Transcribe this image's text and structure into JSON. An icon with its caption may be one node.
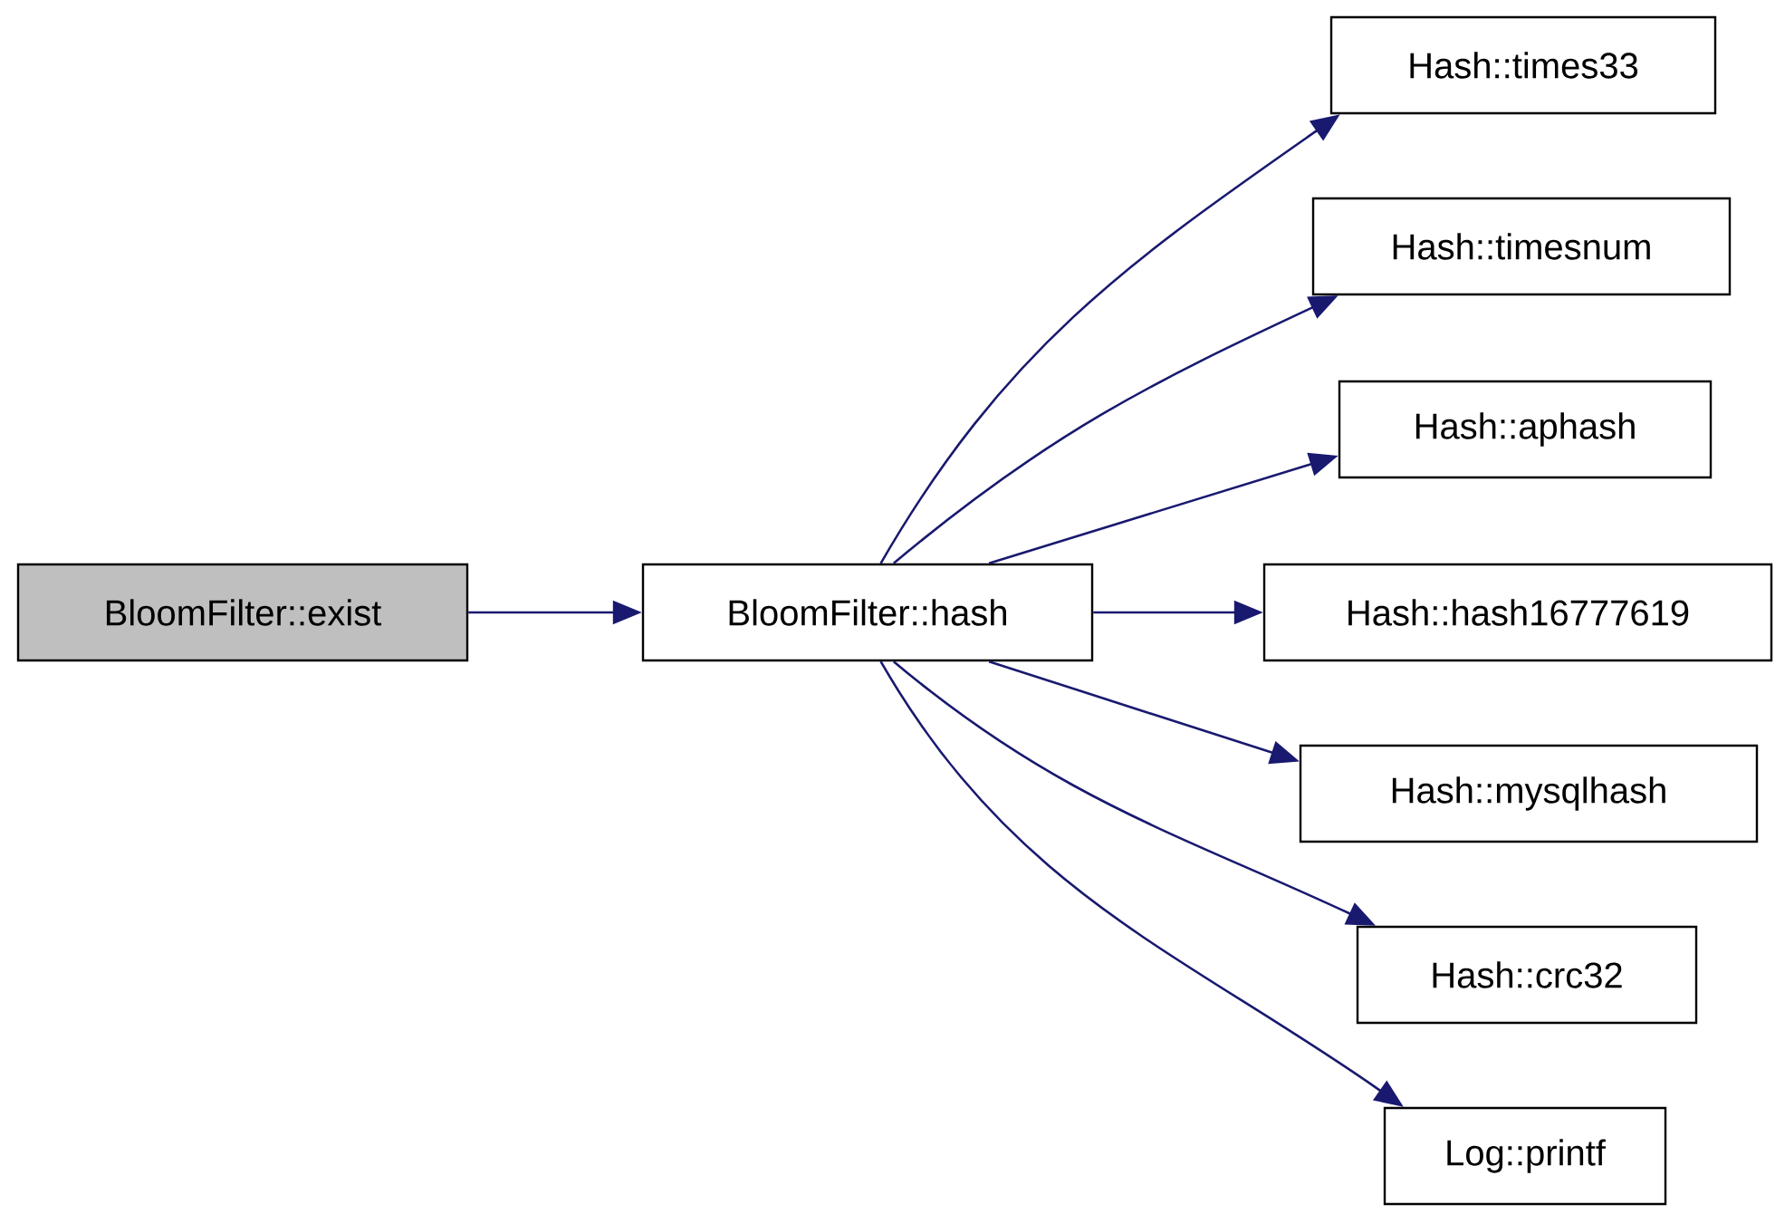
{
  "diagram": {
    "nodes": [
      {
        "text": [
          "BloomFilter::exist"
        ]
      },
      {
        "text": [
          "BloomFilter::hash"
        ]
      },
      {
        "text": [
          "Hash::times33"
        ]
      },
      {
        "text": [
          "Hash::timesnum"
        ]
      },
      {
        "text": [
          "Hash::aphash"
        ]
      },
      {
        "text": [
          "Hash::hash16777619"
        ]
      },
      {
        "text": [
          "Hash::mysqlhash"
        ]
      },
      {
        "text": [
          "Hash::crc32"
        ]
      },
      {
        "text": [
          "Log::printf"
        ]
      }
    ],
    "edges": [
      {
        "from": 0,
        "to": 1,
        "arrow": "to"
      },
      {
        "from": 1,
        "to": 2,
        "arrow": "to"
      },
      {
        "from": 1,
        "to": 3,
        "arrow": "to"
      },
      {
        "from": 1,
        "to": 4,
        "arrow": "to"
      },
      {
        "from": 1,
        "to": 5,
        "arrow": "to"
      },
      {
        "from": 1,
        "to": 6,
        "arrow": "to"
      },
      {
        "from": 1,
        "to": 7,
        "arrow": "to"
      },
      {
        "from": 1,
        "to": 8,
        "arrow": "to"
      }
    ]
  }
}
